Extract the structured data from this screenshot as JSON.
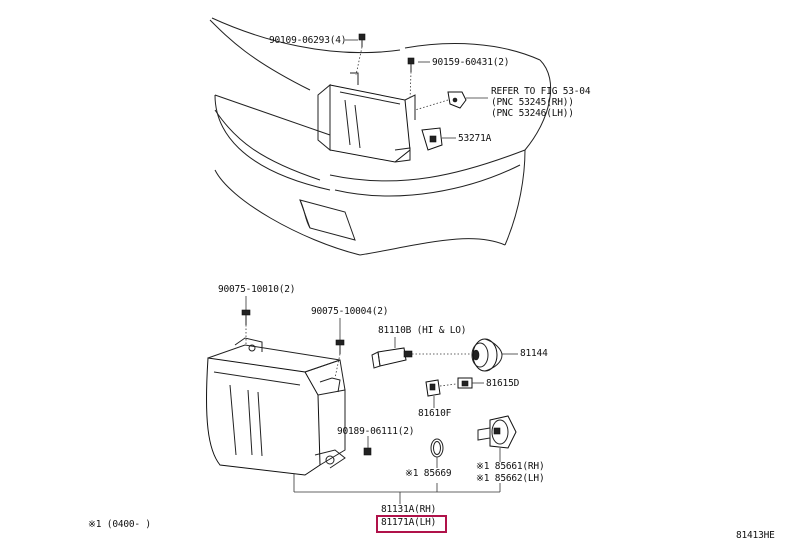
{
  "diagram": {
    "labels": {
      "bolt_top": "90109-06293(4)",
      "nut_top": "90159-60431(2)",
      "refer_line1": "REFER TO FIG 53-04",
      "refer_line2": "(PNC 53245(RH))",
      "refer_line3": "(PNC 53246(LH))",
      "clip_53271": "53271A",
      "screw_90075_10010": "90075-10010(2)",
      "screw_90075_10004": "90075-10004(2)",
      "bulb_81110": "81110B (HI & LO)",
      "socket_81144": "81144",
      "bulb_81615": "81615D",
      "socket_81610": "81610F",
      "nut_90189": "90189-06111(2)",
      "oring_85669": "※1 85669",
      "motor_rh": "※1 85661(RH)",
      "motor_lh": "※1 85662(LH)",
      "unit_rh": "81131A(RH)",
      "unit_lh": "81171A(LH)",
      "footnote": "※1 (0400-    )",
      "figure_id": "81413HE"
    },
    "highlighted_part": "81171A(LH)",
    "highlight_color": "#b0124a"
  }
}
